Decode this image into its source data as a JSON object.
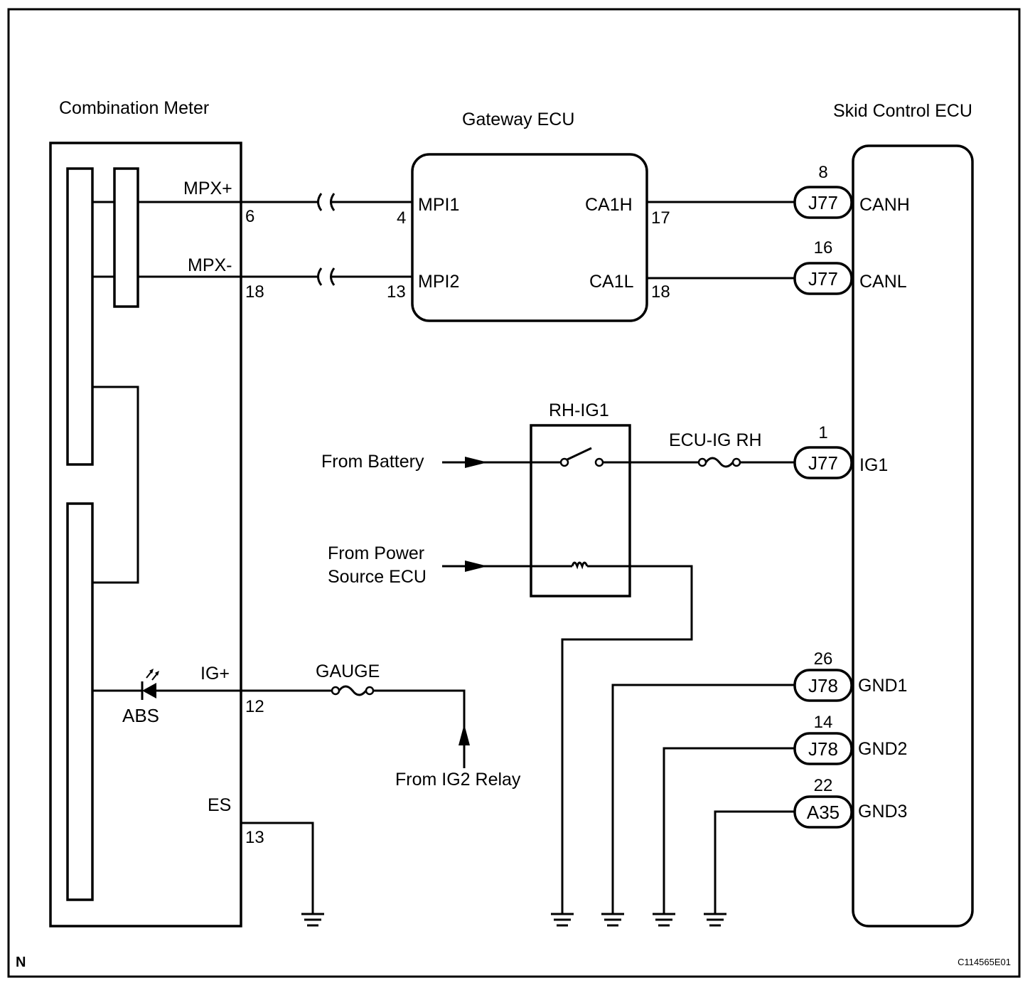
{
  "components": {
    "combination_meter": "Combination Meter",
    "gateway_ecu": "Gateway ECU",
    "skid_control_ecu": "Skid Control ECU",
    "relay": "RH-IG1"
  },
  "combination_meter_pins": {
    "mpx_plus": "MPX+",
    "mpx_plus_no": "6",
    "mpx_minus": "MPX-",
    "mpx_minus_no": "18",
    "ig_plus": "IG+",
    "ig_plus_no": "12",
    "es": "ES",
    "es_no": "13",
    "abs": "ABS"
  },
  "gateway_pins": {
    "mpi1": "MPI1",
    "mpi1_no": "4",
    "mpi2": "MPI2",
    "mpi2_no": "13",
    "ca1h": "CA1H",
    "ca1h_no": "17",
    "ca1l": "CA1L",
    "ca1l_no": "18"
  },
  "skid_pins": [
    {
      "no": "8",
      "connector": "J77",
      "name": "CANH"
    },
    {
      "no": "16",
      "connector": "J77",
      "name": "CANL"
    },
    {
      "no": "1",
      "connector": "J77",
      "name": "IG1"
    },
    {
      "no": "26",
      "connector": "J78",
      "name": "GND1"
    },
    {
      "no": "14",
      "connector": "J78",
      "name": "GND2"
    },
    {
      "no": "22",
      "connector": "A35",
      "name": "GND3"
    }
  ],
  "sources": {
    "battery": "From Battery",
    "power_source_1": "From Power",
    "power_source_2": "Source ECU",
    "ig2_relay": "From IG2 Relay"
  },
  "fuses": {
    "ecu_ig_rh": "ECU-IG RH",
    "gauge": "GAUGE"
  },
  "corner": {
    "left": "N",
    "right": "C114565E01"
  }
}
